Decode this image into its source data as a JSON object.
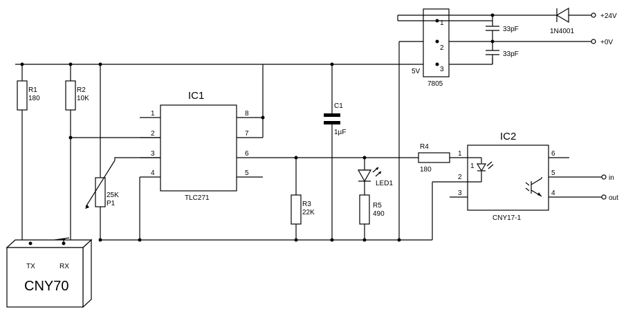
{
  "components": {
    "r1": {
      "name": "R1",
      "value": "180"
    },
    "r2": {
      "name": "R2",
      "value": "10K"
    },
    "p1": {
      "name": "P1",
      "value": "25K"
    },
    "ic1": {
      "name": "IC1",
      "part": "TLC271",
      "pins": [
        "1",
        "2",
        "3",
        "4",
        "8",
        "7",
        "6",
        "5"
      ]
    },
    "c1": {
      "name": "C1",
      "value": "1µF"
    },
    "r3": {
      "name": "R3",
      "value": "22K"
    },
    "led1": {
      "name": "LED1"
    },
    "r5": {
      "name": "R5",
      "value": "490"
    },
    "r4": {
      "name": "R4",
      "value": "180"
    },
    "ic2": {
      "name": "IC2",
      "part": "CNY17-1",
      "pins": [
        "1",
        "2",
        "3",
        "6",
        "5",
        "4"
      ]
    },
    "reg": {
      "part": "7805",
      "pins": [
        "1",
        "2",
        "3"
      ],
      "out_label": "5V"
    },
    "cap_top": {
      "value": "33pF"
    },
    "cap_bottom": {
      "value": "33pF"
    },
    "diode": {
      "part": "1N4001"
    },
    "sensor": {
      "name": "CNY70",
      "tx": "TX",
      "rx": "RX"
    }
  },
  "terminals": {
    "plus24": "+24V",
    "zero": "+0V",
    "in": "in",
    "out": "out"
  }
}
